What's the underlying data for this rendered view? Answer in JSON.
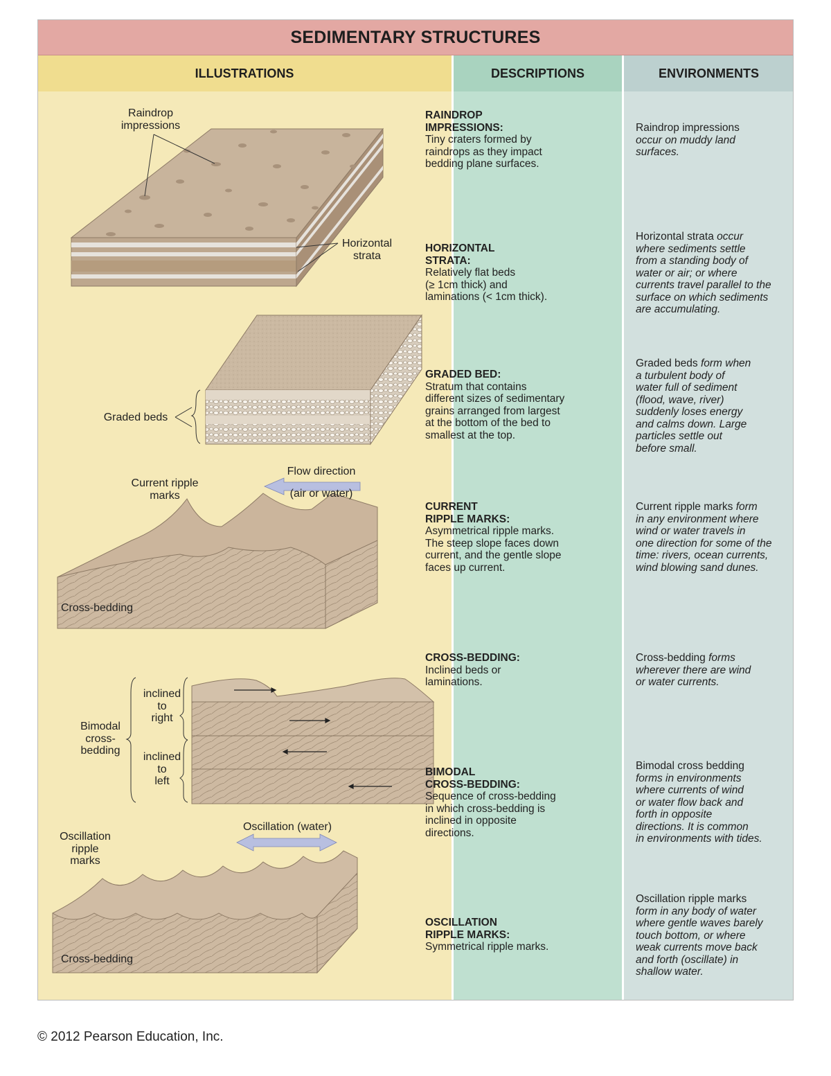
{
  "title": "SEDIMENTARY STRUCTURES",
  "columns": {
    "illustrations": "ILLUSTRATIONS",
    "descriptions": "DESCRIPTIONS",
    "environments": "ENVIRONMENTS"
  },
  "rows": [
    {
      "term": "RAINDROP\nIMPRESSIONS:",
      "description": "Tiny craters formed by\nraindrops as they impact\nbedding plane surfaces.",
      "env_lead": "Raindrop impressions",
      "env_rest": "occur on muddy land\nsurfaces."
    },
    {
      "term": "HORIZONTAL\nSTRATA:",
      "description": "Relatively flat beds\n(≥ 1cm thick) and\nlaminations (< 1cm thick).",
      "env_lead": "Horizontal strata",
      "env_rest": "occur\nwhere sediments settle\nfrom a standing body of\nwater or air; or where\ncurrents travel parallel to the\nsurface on which sediments\nare accumulating."
    },
    {
      "term": "GRADED BED:",
      "description": "Stratum that contains\ndifferent sizes of sedimentary\ngrains arranged from largest\nat the bottom of the bed to\nsmallest at the top.",
      "env_lead": "Graded beds",
      "env_rest": "form when\na turbulent body of\nwater full of sediment\n(flood, wave, river)\nsuddenly loses energy\nand calms down. Large\nparticles settle out\nbefore small."
    },
    {
      "term": "CURRENT\nRIPPLE MARKS:",
      "description": "Asymmetrical ripple marks.\nThe steep slope faces down\ncurrent, and the gentle slope\nfaces up current.",
      "env_lead": "Current ripple marks",
      "env_rest": "form\nin any environment where\nwind or water travels in\none direction for some of the\ntime: rivers, ocean currents,\nwind blowing sand dunes."
    },
    {
      "term": "CROSS-BEDDING:",
      "description": "Inclined beds or\nlaminations.",
      "env_lead": "Cross-bedding",
      "env_rest": "forms\nwherever there are wind\nor water currents."
    },
    {
      "term": "BIMODAL\nCROSS-BEDDING:",
      "description": "Sequence of cross-bedding\nin which cross-bedding is\ninclined in opposite\ndirections.",
      "env_lead": "Bimodal cross bedding",
      "env_rest": "forms in environments\nwhere currents of wind\nor water flow back and\nforth in opposite\ndirections. It is common\nin environments with tides."
    },
    {
      "term": "OSCILLATION\nRIPPLE MARKS:",
      "description": "Symmetrical ripple marks.",
      "env_lead": "Oscillation ripple marks",
      "env_rest": "form in any body of water\nwhere gentle waves barely\ntouch bottom, or where\nweak currents move back\nand forth (oscillate) in\nshallow water."
    }
  ],
  "labels": {
    "raindrop": "Raindrop\nimpressions",
    "horizontal": "Horizontal\nstrata",
    "graded": "Graded beds",
    "current_ripple": "Current ripple\nmarks",
    "flow_direction": "Flow direction",
    "air_or_water": "(air or water)",
    "cross_bedding_1": "Cross-bedding",
    "bimodal": "Bimodal\ncross-\nbedding",
    "inclined_right": "inclined\nto\nright",
    "inclined_left": "inclined\nto\nleft",
    "oscillation_ripple": "Oscillation\nripple\nmarks",
    "oscillation_water": "Oscillation (water)",
    "cross_bedding_2": "Cross-bedding"
  },
  "colors": {
    "title_bg": "#e3a8a3",
    "ill_bg": "#f5e9b8",
    "desc_bg": "#bfe0d0",
    "env_bg": "#d2e0de",
    "sediment": "#c9b49c"
  },
  "copyright": "© 2012 Pearson Education, Inc."
}
